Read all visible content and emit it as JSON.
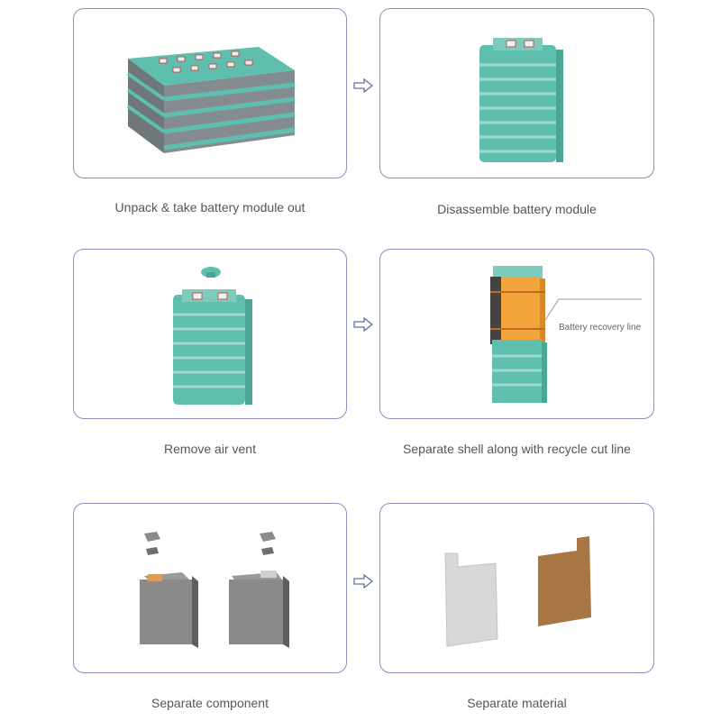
{
  "steps": [
    {
      "caption": "Unpack & take battery module out"
    },
    {
      "caption": "Disassemble battery module"
    },
    {
      "caption": "Remove air vent"
    },
    {
      "caption": "Separate shell along with recycle cut line"
    },
    {
      "caption": "Separate component"
    },
    {
      "caption": "Separate material"
    }
  ],
  "callout": {
    "label": "Battery recovery line"
  },
  "colors": {
    "border": "#8a8fc0",
    "cell_teal": "#5fbfae",
    "shell_orange": "#f2a53a",
    "copper": "#a87545",
    "aluminum": "#d8d8d8",
    "gray_cell": "#7c7c7c"
  },
  "icons": [
    "arrow-right-icon"
  ]
}
